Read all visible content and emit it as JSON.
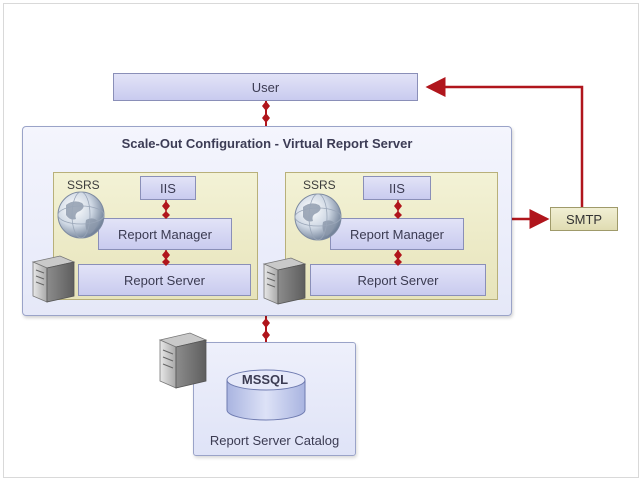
{
  "diagram": {
    "user": "User",
    "scale_out_title": "Scale-Out Configuration - Virtual Report Server",
    "nodes": [
      {
        "ssrs_label": "SSRS",
        "iis_label": "IIS",
        "report_manager_label": "Report Manager",
        "report_server_label": "Report Server"
      },
      {
        "ssrs_label": "SSRS",
        "iis_label": "IIS",
        "report_manager_label": "Report Manager",
        "report_server_label": "Report Server"
      }
    ],
    "smtp": "SMTP",
    "database_label": "MSSQL",
    "catalog_label": "Report Server Catalog"
  },
  "colors": {
    "arrow": "#b0151c",
    "blue_box": "#cfd1f1",
    "ssrs_panel": "#ebe8c4"
  },
  "icons": [
    "globe-icon",
    "server-icon",
    "database-cylinder-icon"
  ]
}
